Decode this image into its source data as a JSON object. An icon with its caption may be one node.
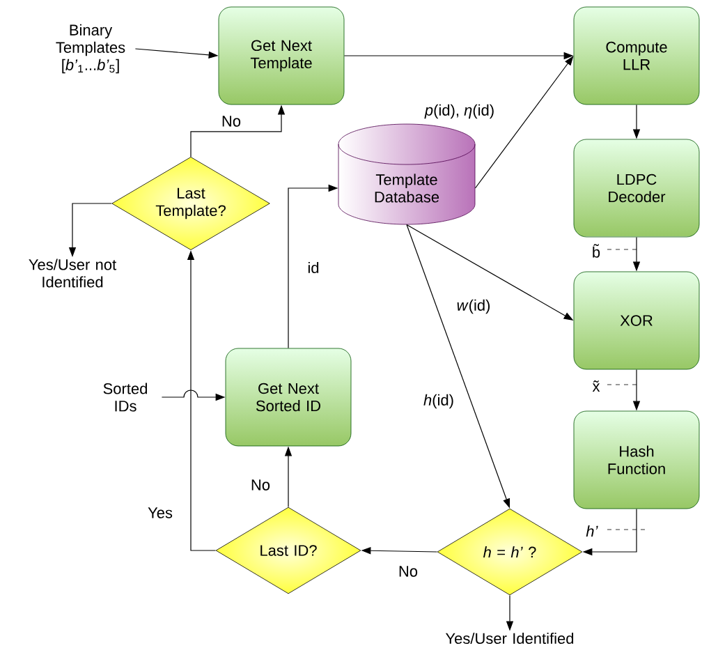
{
  "diagram": {
    "nodes": [
      {
        "text": [
          "Binary Templates [*b’*$_{1}$...*b’*$_{5}$]"
        ]
      },
      {
        "text": [
          "Get Next Template"
        ]
      },
      {
        "text": [
          "Compute LLR"
        ]
      },
      {
        "text": [
          "Template Database"
        ]
      },
      {
        "text": [
          "LDPC Decoder"
        ]
      },
      {
        "text": [
          "Last Template?"
        ]
      },
      {
        "text": [
          "Yes/User not Identified"
        ]
      },
      {
        "text": [
          "XOR"
        ]
      },
      {
        "text": [
          "Sorted IDs"
        ]
      },
      {
        "text": [
          "Get Next Sorted ID"
        ]
      },
      {
        "text": [
          "Hash Function"
        ]
      },
      {
        "text": [
          "Last ID?"
        ]
      },
      {
        "text": [
          "*h* = *h’* ?"
        ]
      },
      {
        "text": [
          "Yes/User Identified"
        ]
      }
    ],
    "edges": [
      {
        "from": 0,
        "to": 1,
        "arrow": "to"
      },
      {
        "from": 1,
        "to": 2,
        "arrow": "to"
      },
      {
        "from": 3,
        "to": 2,
        "arrow": "to",
        "label": "*p*(id), *η*(id)"
      },
      {
        "from": 2,
        "to": 4,
        "arrow": "to"
      },
      {
        "from": 4,
        "to": 7,
        "arrow": "to",
        "label": "b̃"
      },
      {
        "from": 3,
        "to": 7,
        "arrow": "to",
        "label": "*w*(id)"
      },
      {
        "from": 7,
        "to": 10,
        "arrow": "to",
        "label": "x̃"
      },
      {
        "from": 3,
        "to": 12,
        "arrow": "to",
        "label": "*h*(id)"
      },
      {
        "from": 10,
        "to": 12,
        "arrow": "to",
        "label": "*h’*"
      },
      {
        "from": 12,
        "to": 13,
        "arrow": "to"
      },
      {
        "from": 12,
        "to": 11,
        "arrow": "to",
        "label": "No"
      },
      {
        "from": 11,
        "to": 9,
        "arrow": "to",
        "label": "No"
      },
      {
        "from": 11,
        "to": 5,
        "arrow": "to",
        "label": "Yes"
      },
      {
        "from": 9,
        "to": 3,
        "arrow": "to",
        "label": "id"
      },
      {
        "from": 5,
        "to": 1,
        "arrow": "to",
        "label": "No"
      },
      {
        "from": 5,
        "to": 6,
        "arrow": "to"
      },
      {
        "from": 8,
        "to": 9,
        "arrow": "to"
      }
    ]
  }
}
